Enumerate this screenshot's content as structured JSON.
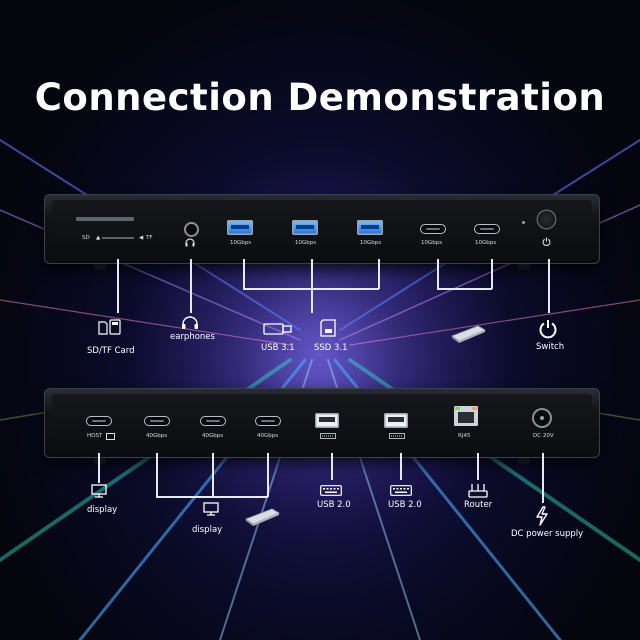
{
  "title": "Connection Demonstration",
  "top_panel": {
    "card_slot_sd": "SD",
    "card_slot_tf": "TF",
    "port_labels": [
      "10Gbps",
      "10Gbps",
      "10Gbps",
      "10Gbps",
      "10Gbps"
    ],
    "callouts": {
      "card": "SD/TF Card",
      "earphones": "earphones",
      "usb31": "USB 3.1",
      "ssd31": "SSD 3.1",
      "switch": "Switch"
    }
  },
  "bottom_panel": {
    "port_labels": [
      "HOST",
      "40Gbps",
      "40Gbps",
      "40Gbps",
      "RJ45",
      "DC 20V"
    ],
    "callouts": {
      "display_left": "display",
      "display_mid": "display",
      "usb20_a": "USB 2.0",
      "usb20_b": "USB 2.0",
      "router": "Router",
      "dc_power": "DC power supply"
    }
  },
  "icons": {
    "sd_card": "sd-card-icon",
    "headphones": "headphones-icon",
    "usb_drive": "usb-drive-icon",
    "ssd": "ssd-icon",
    "laptop": "laptop-icon",
    "power": "power-icon",
    "monitor": "monitor-icon",
    "keyboard": "keyboard-icon",
    "router": "router-icon",
    "lightning": "lightning-icon"
  },
  "colors": {
    "usb_a_blue": "#2f86f0",
    "rj45_green": "#7bd34f",
    "rj45_orange": "#f0a73a",
    "callout_white": "#ffffff"
  }
}
